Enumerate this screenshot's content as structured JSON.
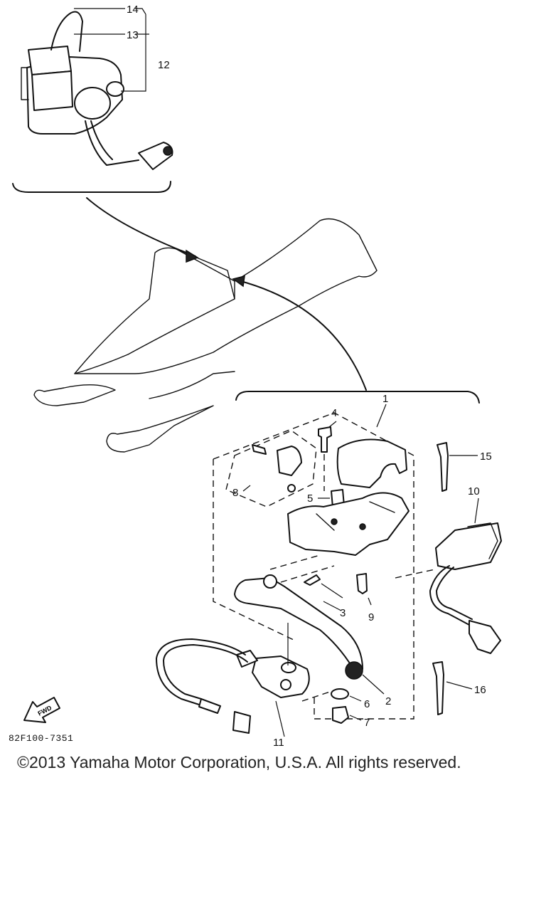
{
  "callouts": {
    "c1": "1",
    "c2": "2",
    "c3": "3",
    "c4": "4",
    "c5": "5",
    "c6": "6",
    "c7": "7",
    "c8": "8",
    "c9": "9",
    "c10": "10",
    "c11": "11",
    "c12": "12",
    "c13": "13",
    "c14": "14",
    "c15": "15",
    "c16": "16"
  },
  "fwd_label": "FWD",
  "diagram_code": "82F100-7351",
  "copyright": "©2013 Yamaha Motor Corporation, U.S.A. All rights reserved."
}
